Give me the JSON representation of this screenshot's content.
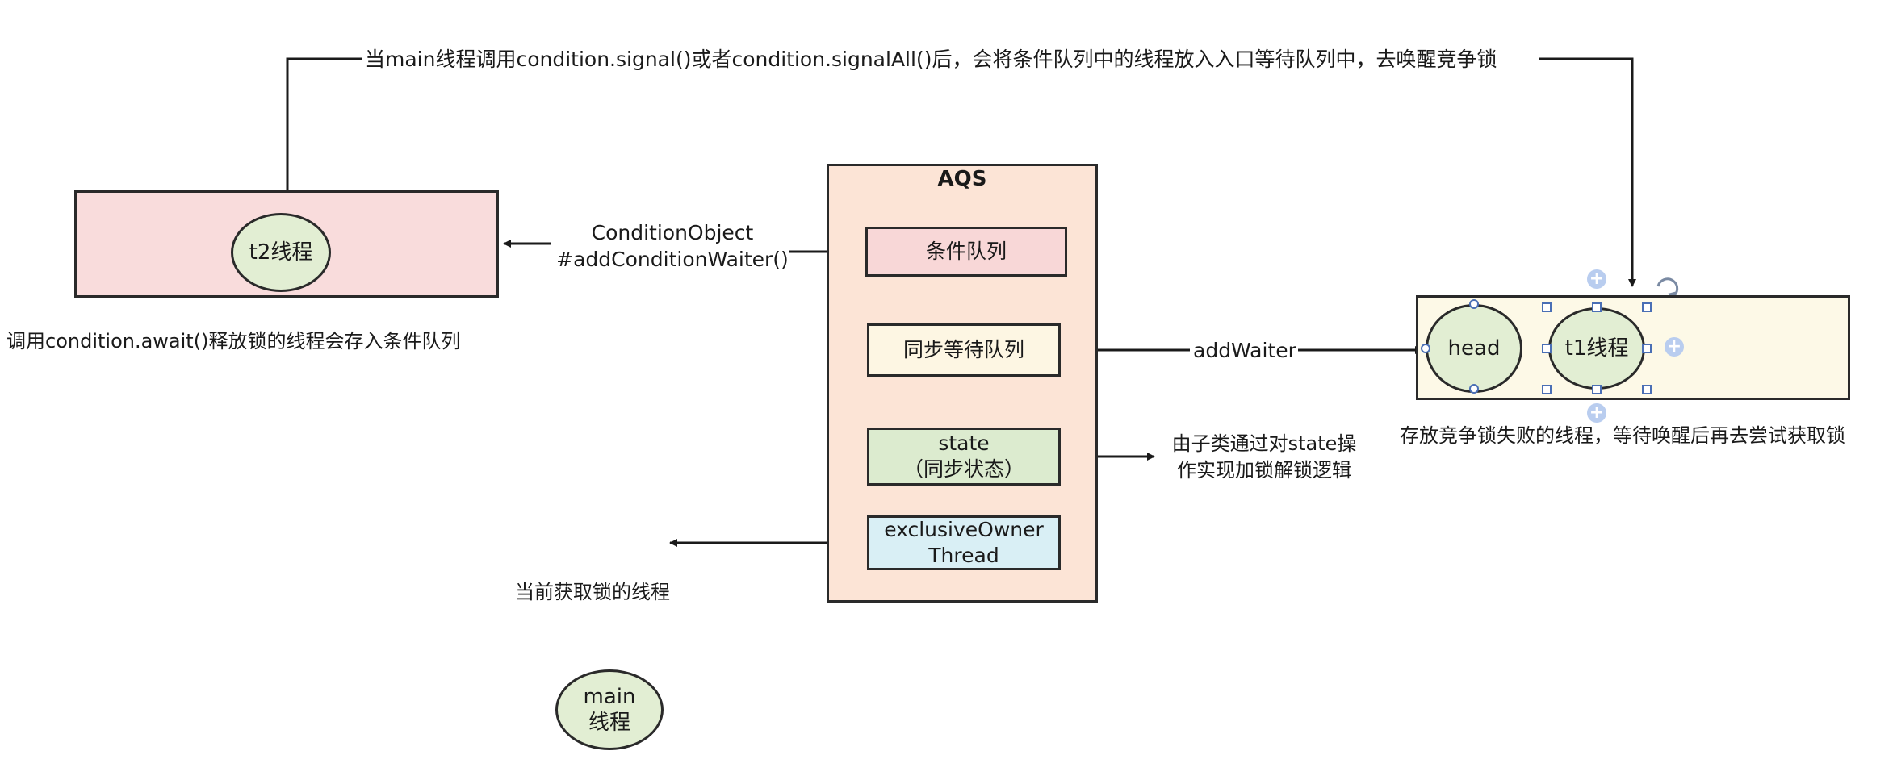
{
  "top_note": "当main线程调用condition.signal()或者condition.signalAll()后，会将条件队列中的线程放入入口等待队列中，去唤醒竞争锁",
  "condition_queue": {
    "thread": "t2线程",
    "caption": "调用condition.await()释放锁的线程会存入条件队列"
  },
  "add_condition_waiter": {
    "line1": "ConditionObject",
    "line2": "#addConditionWaiter()"
  },
  "aqs": {
    "title": "AQS",
    "condition_queue_field": "条件队列",
    "sync_queue_field": "同步等待队列",
    "state_line1": "state",
    "state_line2": "（同步状态）",
    "owner_line1": "exclusiveOwner",
    "owner_line2": "Thread"
  },
  "add_waiter": "addWaiter",
  "state_note": {
    "line1": "由子类通过对state操",
    "line2": "作实现加锁解锁逻辑"
  },
  "owner_note": "当前获取锁的线程",
  "main_thread": {
    "line1": "main",
    "line2": "线程"
  },
  "sync_queue": {
    "head": "head",
    "t1": "t1线程",
    "caption": "存放竞争锁失败的线程，等待唤醒后再去尝试获取锁"
  },
  "colors": {
    "condition_box": "#f9dcdc",
    "aqs_box": "#fce4d6",
    "condition_field": "#f8d7d7",
    "sync_field": "#fdf6e3",
    "state_field": "#dcebcf",
    "owner_field": "#d9eff5",
    "sync_box": "#fdf9e7",
    "thread_node": "#e2eed3",
    "selection": "#4a6fb5"
  }
}
